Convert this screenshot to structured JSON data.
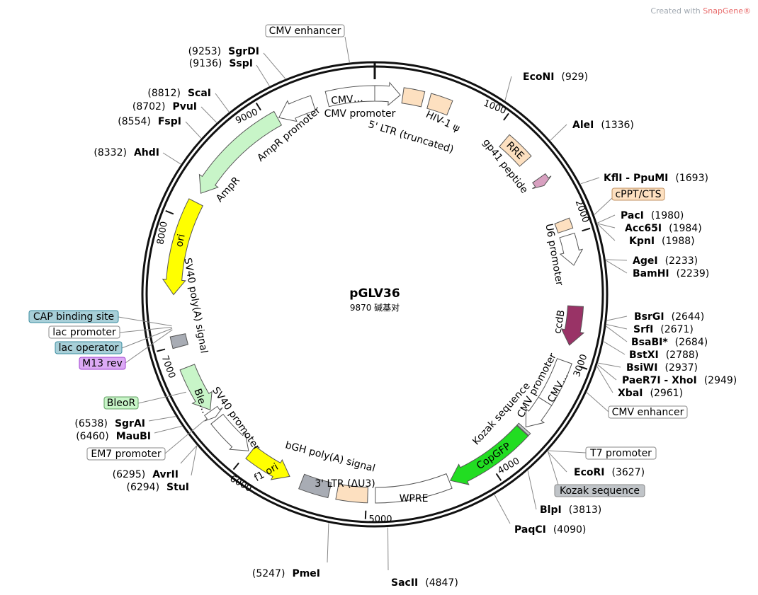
{
  "brand": {
    "prefix": "Created with ",
    "name": "SnapGene®"
  },
  "plasmid": {
    "name": "pGLV36",
    "length": 9870,
    "length_label": "9870 碱基对"
  },
  "ticks": [
    1000,
    2000,
    3000,
    4000,
    5000,
    6000,
    7000,
    8000,
    9000
  ],
  "features": [
    {
      "label": "CMV…",
      "name": "CMV enhancer",
      "start": 9495,
      "end": 9870,
      "dir": 0,
      "color": "#ffffff"
    },
    {
      "label": "CMV promoter",
      "name": "CMV promoter",
      "start": 0,
      "end": 200,
      "dir": 1,
      "color": "#ffffff"
    },
    {
      "label": "5' LTR (truncated)",
      "start": 220,
      "end": 380,
      "dir": 0,
      "color": "#fde0c0"
    },
    {
      "label": "HIV-1 ψ",
      "start": 430,
      "end": 600,
      "dir": 0,
      "color": "#fde0c0"
    },
    {
      "label": "RRE",
      "start": 1100,
      "end": 1330,
      "dir": 0,
      "color": "#fde0c0"
    },
    {
      "label": "gp41 peptide",
      "start": 1500,
      "end": 1570,
      "dir": 1,
      "color": "#d8a0c0"
    },
    {
      "label": "cPPT/CTS",
      "start": 1880,
      "end": 1960,
      "dir": 0,
      "color": "#fde0c0"
    },
    {
      "label": "U6 promoter",
      "start": 2000,
      "end": 2240,
      "dir": 1,
      "color": "#ffffff"
    },
    {
      "label": "ccdB",
      "start": 2560,
      "end": 2870,
      "dir": 1,
      "color": "#993366"
    },
    {
      "label": "CMV…",
      "name": "CMV enhancer",
      "start": 3000,
      "end": 3350,
      "dir": 0,
      "color": "#ffffff"
    },
    {
      "label": "CMV promoter",
      "start": 3350,
      "end": 3600,
      "dir": 1,
      "color": "#ffffff"
    },
    {
      "label": "Kozak sequence",
      "start": 3615,
      "end": 3635,
      "dir": 0,
      "color": "#c0c4c8"
    },
    {
      "label": "CopGFP",
      "start": 3640,
      "end": 4330,
      "dir": 1,
      "color": "#22dd22"
    },
    {
      "label": "WPRE",
      "start": 4340,
      "end": 4930,
      "dir": 0,
      "color": "#ffffff"
    },
    {
      "label": "3' LTR (ΔU3)",
      "start": 4990,
      "end": 5230,
      "dir": 0,
      "color": "#fde0c0"
    },
    {
      "label": "bGH poly(A) signal",
      "start": 5290,
      "end": 5520,
      "dir": 0,
      "color": "#a8acb4"
    },
    {
      "label": "f1 ori",
      "start": 5620,
      "end": 5980,
      "dir": -1,
      "color": "#ffff00"
    },
    {
      "label": "SV40 promoter",
      "start": 6000,
      "end": 6350,
      "dir": -1,
      "color": "#ffffff"
    },
    {
      "label": "EM7 promoter",
      "start": 6370,
      "end": 6430,
      "dir": -1,
      "color": "#ffffff"
    },
    {
      "label": "Ble…",
      "name": "BleoR",
      "start": 6440,
      "end": 6820,
      "dir": -1,
      "color": "#c8f5c8"
    },
    {
      "label": "SV40 poly(A) signal",
      "start": 6990,
      "end": 7080,
      "dir": 0,
      "color": "#a8acb4"
    },
    {
      "label": "ori",
      "start": 7400,
      "end": 8150,
      "dir": -1,
      "color": "#ffff00"
    },
    {
      "label": "AmpR",
      "start": 8230,
      "end": 9080,
      "dir": -1,
      "color": "#c8f5c8"
    },
    {
      "label": "AmpR promoter",
      "start": 9090,
      "end": 9380,
      "dir": -1,
      "color": "#ffffff"
    }
  ],
  "callouts": [
    {
      "text": "CMV enhancer",
      "fill": "#ffffff",
      "stroke": "#888888"
    },
    {
      "text": "cPPT/CTS",
      "fill": "#fde0c0",
      "stroke": "#c09060"
    },
    {
      "text": "CMV enhancer",
      "fill": "#ffffff",
      "stroke": "#888888"
    },
    {
      "text": "T7 promoter",
      "fill": "#ffffff",
      "stroke": "#888888"
    },
    {
      "text": "Kozak sequence",
      "fill": "#c0c4c8",
      "stroke": "#888888"
    },
    {
      "text": "CAP binding site",
      "fill": "#a8cfd8",
      "stroke": "#3a8ca0"
    },
    {
      "text": "lac promoter",
      "fill": "#ffffff",
      "stroke": "#888888"
    },
    {
      "text": "lac operator",
      "fill": "#a8cfd8",
      "stroke": "#3a8ca0"
    },
    {
      "text": "M13 rev",
      "fill": "#dcaaf5",
      "stroke": "#a040d0"
    },
    {
      "text": "BleoR",
      "fill": "#c8f5c8",
      "stroke": "#60a060"
    },
    {
      "text": "EM7 promoter",
      "fill": "#ffffff",
      "stroke": "#888888"
    }
  ],
  "enzymes": [
    {
      "name": "EcoNI",
      "pos": "(929)"
    },
    {
      "name": "AleI",
      "pos": "(1336)"
    },
    {
      "name": "KflI - PpuMI",
      "pos": "(1693)"
    },
    {
      "name": "PacI",
      "pos": "(1980)"
    },
    {
      "name": "Acc65I",
      "pos": "(1984)"
    },
    {
      "name": "KpnI",
      "pos": "(1988)"
    },
    {
      "name": "AgeI",
      "pos": "(2233)"
    },
    {
      "name": "BamHI",
      "pos": "(2239)"
    },
    {
      "name": "BsrGI",
      "pos": "(2644)"
    },
    {
      "name": "SrfI",
      "pos": "(2671)"
    },
    {
      "name": "BsaBI*",
      "pos": "(2684)"
    },
    {
      "name": "BstXI",
      "pos": "(2788)"
    },
    {
      "name": "BsiWI",
      "pos": "(2937)"
    },
    {
      "name": "PaeR7I - XhoI",
      "pos": "(2949)"
    },
    {
      "name": "XbaI",
      "pos": "(2961)"
    },
    {
      "name": "EcoRI",
      "pos": "(3627)"
    },
    {
      "name": "BlpI",
      "pos": "(3813)"
    },
    {
      "name": "PaqCI",
      "pos": "(4090)"
    },
    {
      "name": "SacII",
      "pos": "(4847)"
    },
    {
      "name": "PmeI",
      "pos": "(5247)"
    },
    {
      "name": "StuI",
      "pos": "(6294)"
    },
    {
      "name": "AvrII",
      "pos": "(6295)"
    },
    {
      "name": "MauBI",
      "pos": "(6460)"
    },
    {
      "name": "SgrAI",
      "pos": "(6538)"
    },
    {
      "name": "AhdI",
      "pos": "(8332)"
    },
    {
      "name": "FspI",
      "pos": "(8554)"
    },
    {
      "name": "PvuI",
      "pos": "(8702)"
    },
    {
      "name": "ScaI",
      "pos": "(8812)"
    },
    {
      "name": "SspI",
      "pos": "(9136)"
    },
    {
      "name": "SgrDI",
      "pos": "(9253)"
    }
  ]
}
